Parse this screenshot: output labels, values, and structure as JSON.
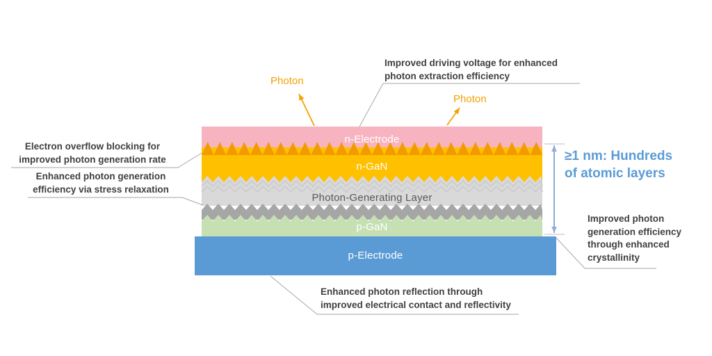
{
  "colors": {
    "n_electrode_pink": "#F8B3C0",
    "sawtooth_orange": "#F29B00",
    "n_gan_amber": "#FFC000",
    "photon_layer_gray": "#D9D9D9",
    "stripe_gray": "#CDCDCD",
    "dark_gray_band": "#A6A6A6",
    "p_gan_green": "#C6E0B4",
    "p_electrode_blue": "#5B9BD5",
    "photon_orange": "#F5A100",
    "dimension_arrow_blue": "#8FAADC",
    "connector_gray": "#A6A6A6",
    "accent_blue": "#5B9BD5",
    "annotation_text": "#3F3F3F"
  },
  "layers": {
    "n_electrode": "n-Electrode",
    "n_gan": "n-GaN",
    "photon_generating": "Photon-Generating Layer",
    "p_gan": "p-GaN",
    "p_electrode": "p-Electrode"
  },
  "photon_label_1": "Photon",
  "photon_label_2": "Photon",
  "annotations": {
    "driving_voltage": "Improved driving voltage for enhanced\nphoton extraction efficiency",
    "electron_overflow": "Electron overflow blocking for\nimproved photon generation rate",
    "stress_relaxation": "Enhanced photon generation\nefficiency via stress relaxation",
    "atomic_layers": "≥1 nm: Hundreds\nof atomic layers",
    "crystallinity": "Improved photon\ngeneration efficiency\nthrough enhanced\ncrystallinity",
    "reflection": "Enhanced photon reflection through\nimproved electrical contact and reflectivity"
  }
}
